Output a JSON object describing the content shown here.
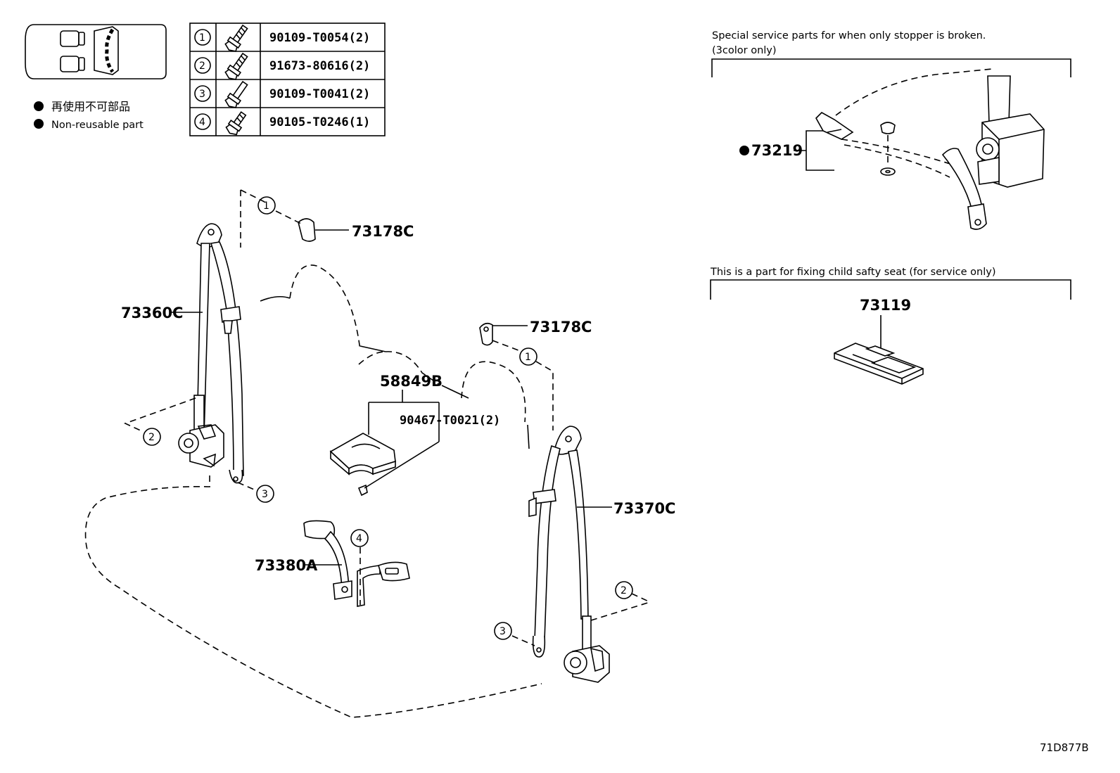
{
  "legend": {
    "reusable_jp": "再使用不可部品",
    "reusable_en": "Non-reusable part"
  },
  "fastener_table": [
    {
      "index": "1",
      "part_no": "90109-T0054(2)"
    },
    {
      "index": "2",
      "part_no": "91673-80616(2)"
    },
    {
      "index": "3",
      "part_no": "90109-T0041(2)"
    },
    {
      "index": "4",
      "part_no": "90105-T0246(1)"
    }
  ],
  "parts": {
    "p73178C_left": "73178C",
    "p73178C_right": "73178C",
    "p73360C": "73360C",
    "p73370C": "73370C",
    "p58849B": "58849B",
    "p90467": "90467-T0021(2)",
    "p73380A": "73380A",
    "p73219": "73219",
    "p73119": "73119"
  },
  "notes": {
    "special_line1": "Special service parts for when only stopper is broken.",
    "special_line2": "(3color only)",
    "child_seat": "This is a part for fixing child safty seat (for service only)"
  },
  "callouts": {
    "c1": "1",
    "c2": "2",
    "c3": "3",
    "c4": "4"
  },
  "diagram_id": "71D877B"
}
